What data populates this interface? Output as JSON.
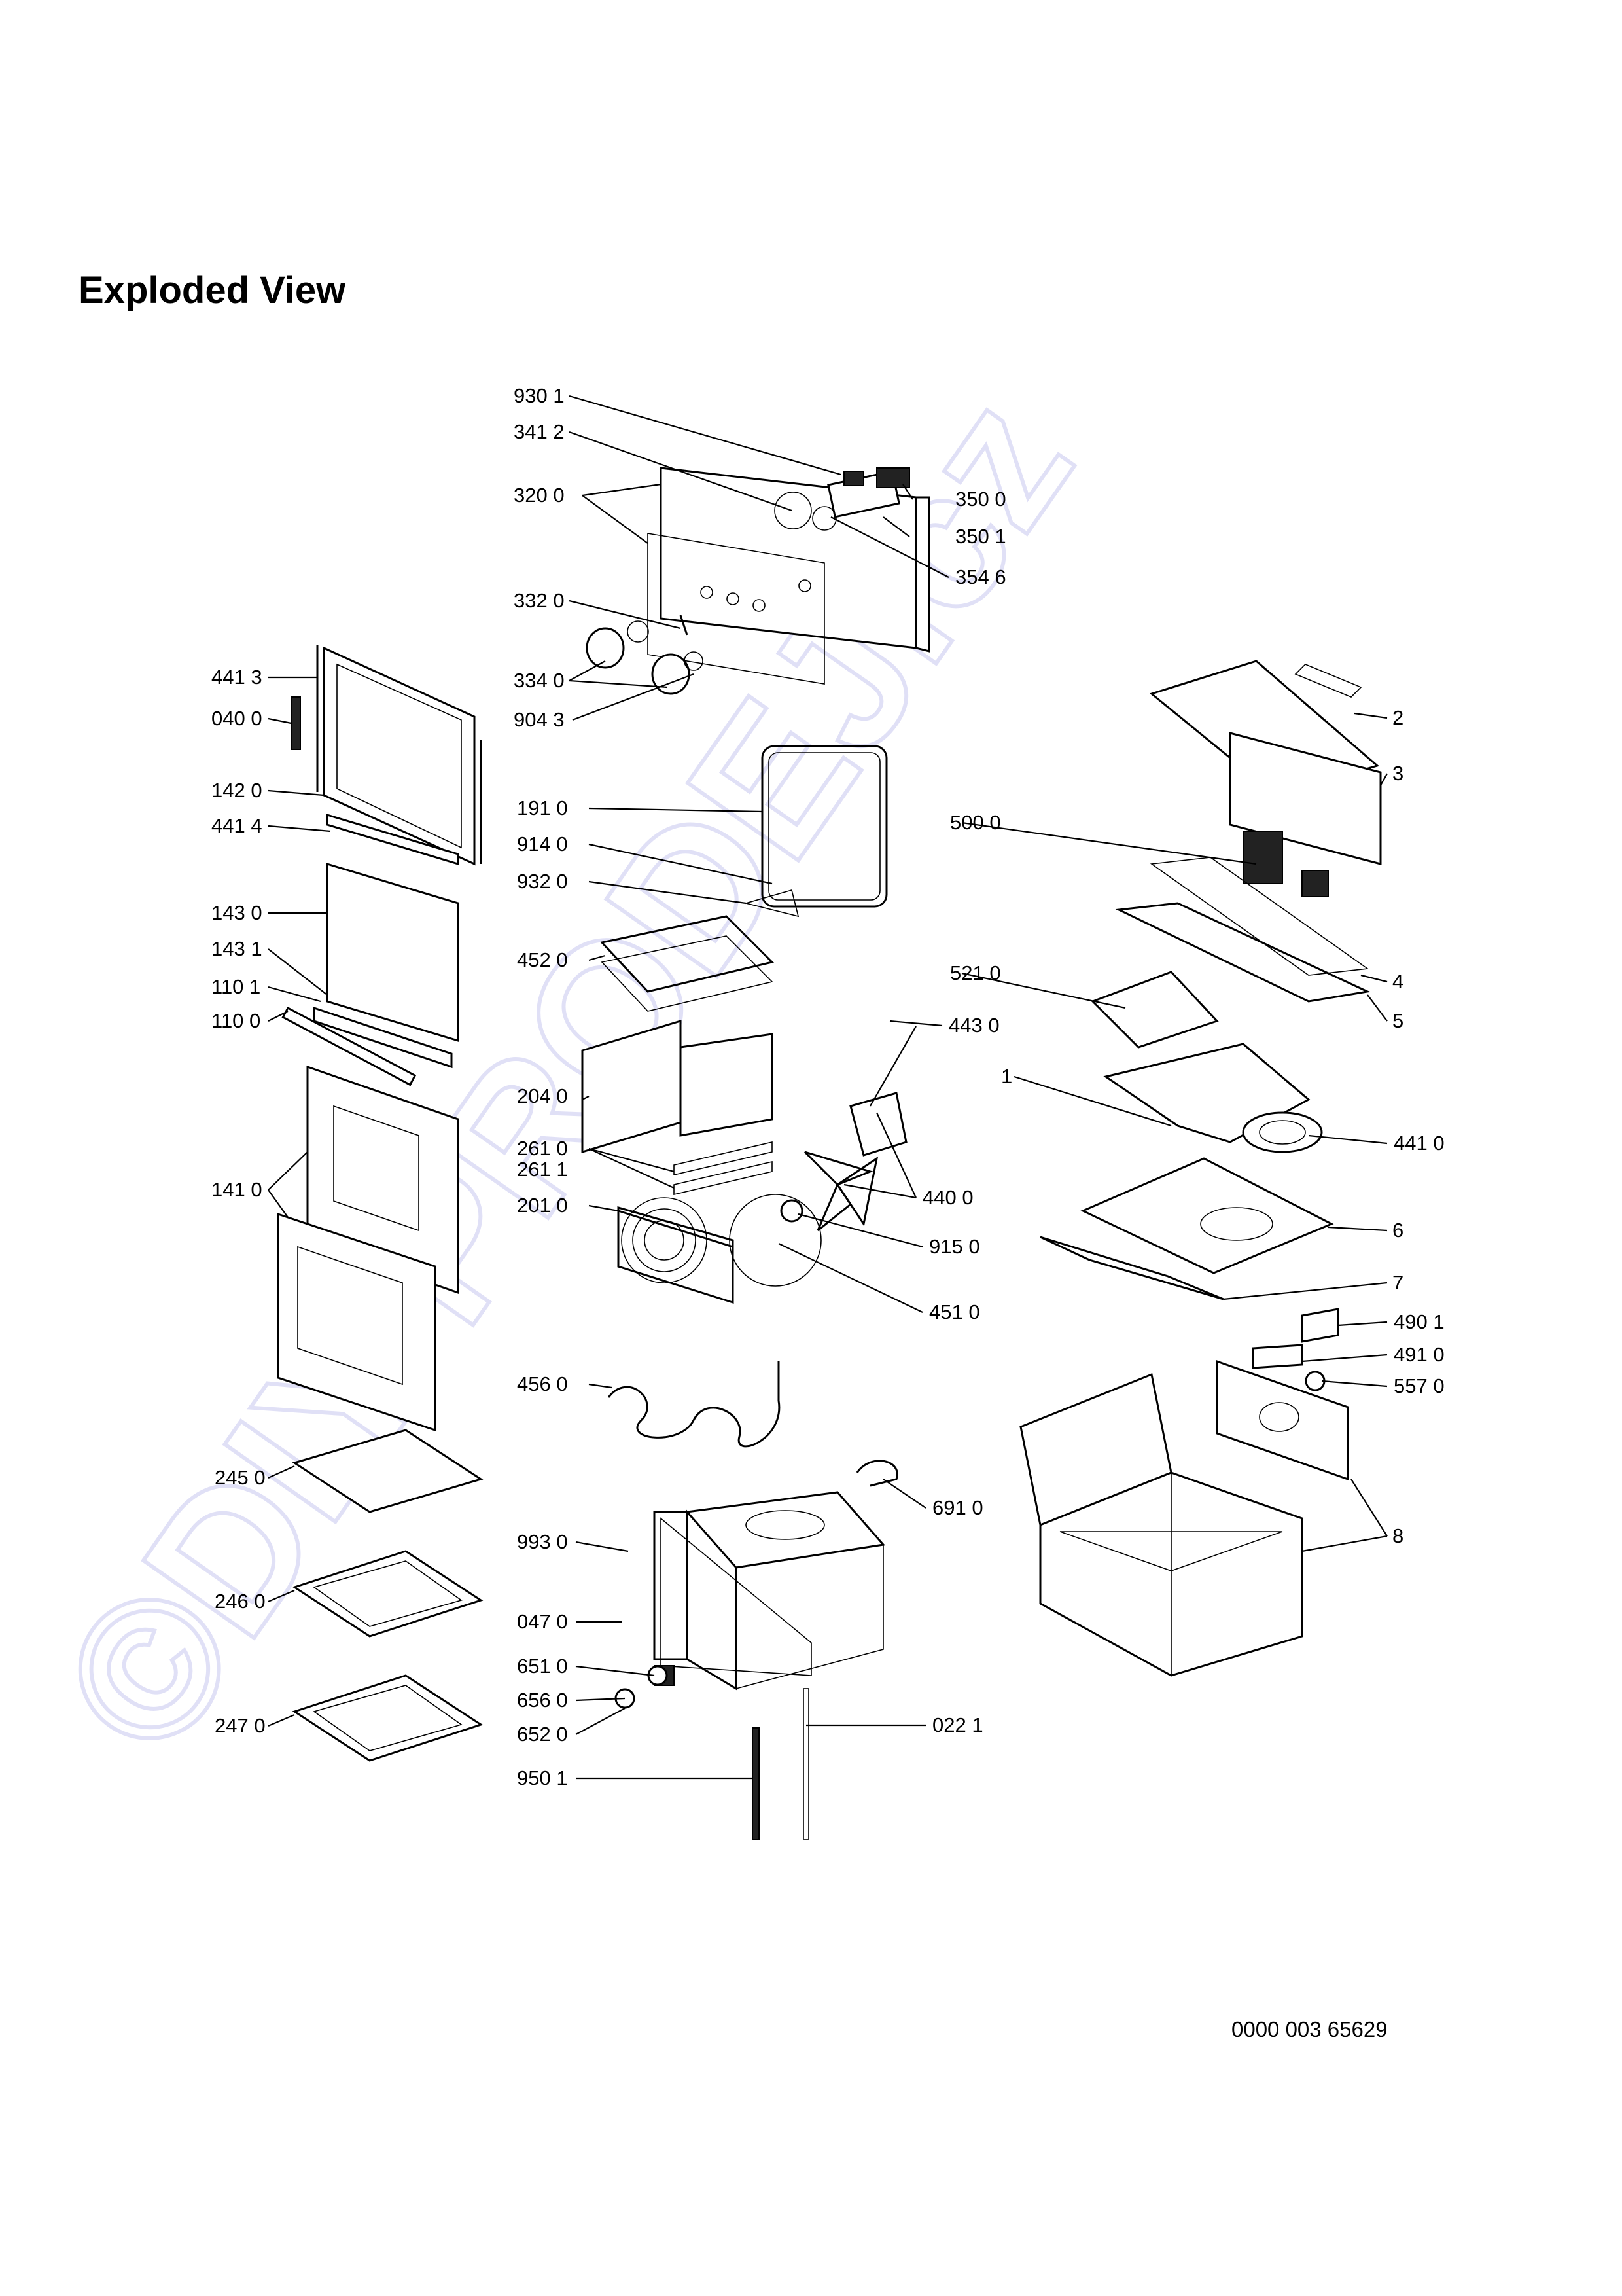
{
  "page_title": "Exploded View",
  "footer_code": "0000 003 65629",
  "watermark_text": "©DIY-PRODEJ.cz",
  "watermark_color": "#c8c8f0",
  "labels": [
    "930 1",
    "341 2",
    "320 0",
    "350 0",
    "350 1",
    "354 6",
    "332 0",
    "334 0",
    "904 3",
    "441 3",
    "040 0",
    "142 0",
    "441 4",
    "143 0",
    "143 1",
    "110 1",
    "110 0",
    "141 0",
    "191 0",
    "914 0",
    "932 0",
    "452 0",
    "204 0",
    "261 0",
    "261 1",
    "201 0",
    "443 0",
    "440 0",
    "915 0",
    "451 0",
    "456 0",
    "245 0",
    "246 0",
    "247 0",
    "993 0",
    "047 0",
    "651 0",
    "656 0",
    "652 0",
    "950 1",
    "022 1",
    "691 0",
    "2",
    "3",
    "500 0",
    "4",
    "521 0",
    "5",
    "1",
    "441 0",
    "6",
    "7",
    "490 1",
    "491 0",
    "557 0",
    "8"
  ]
}
